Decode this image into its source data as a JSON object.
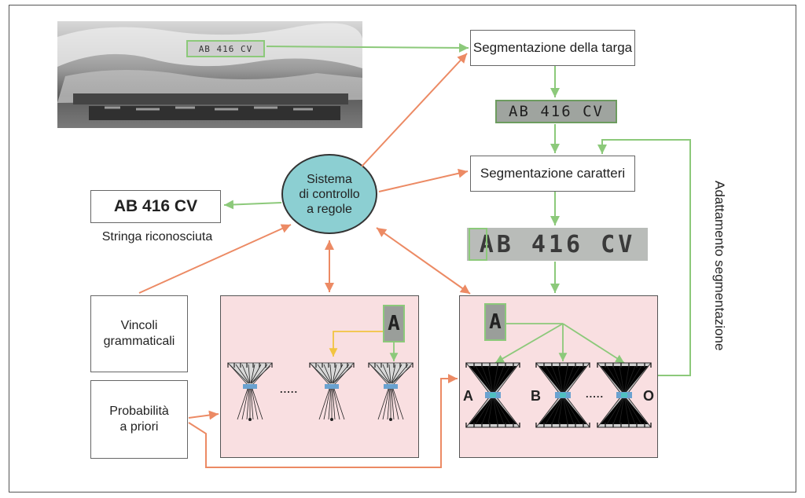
{
  "nodes": {
    "plate_segmentation": "Segmentazione della targa",
    "char_segmentation": "Segmentazione caratteri",
    "control_system": [
      "Sistema",
      "di controllo",
      "a regole"
    ],
    "output_string": "AB 416 CV",
    "output_caption": "Stringa riconosciuta",
    "grammar_constraints": [
      "Vincoli",
      "grammaticali"
    ],
    "prior_probability": [
      "Probabilità",
      "a priori"
    ],
    "segmentation_adaptation": "Adattamento segmentazione"
  },
  "images": {
    "plate_crop_text": "AB 416 CV",
    "segmented_chars_text": "AB 416 CV",
    "char_sample": "A",
    "plate_in_photo": "AB 416 CV"
  },
  "classifiers": {
    "labels": [
      "A",
      "B",
      "O"
    ],
    "ellipsis": "....."
  },
  "colors": {
    "green_arrow": "#8cc97a",
    "orange_arrow": "#ec8a64",
    "yellow_arrow": "#f2c440",
    "pink_panel": "#f9dfe1",
    "control_circle": "#8ccfd2"
  }
}
